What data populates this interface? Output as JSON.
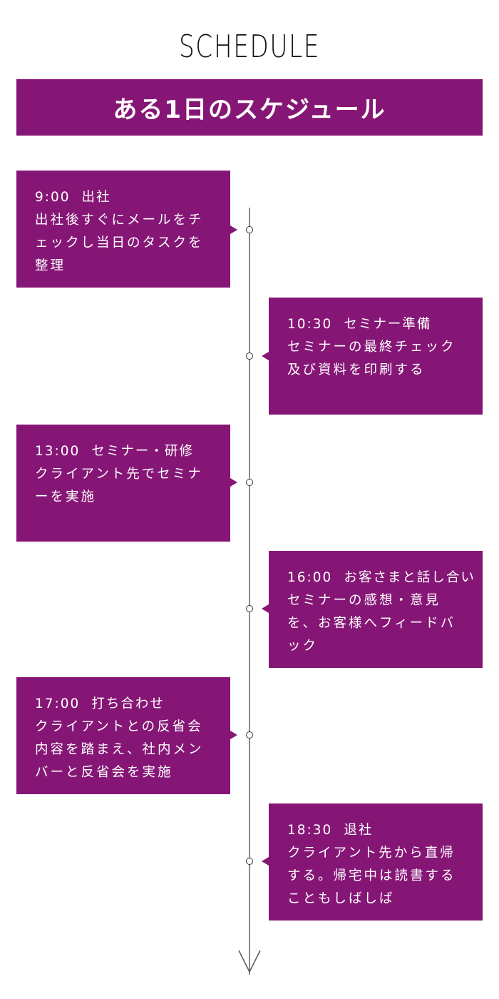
{
  "header": {
    "heading": "SCHEDULE",
    "banner": "ある1日のスケジュール"
  },
  "colors": {
    "accent": "#861676",
    "line": "#8a8a8a"
  },
  "events": [
    {
      "time": "9:00",
      "title": "出社",
      "body": "出社後すぐにメールをチェックし当日のタスクを整理"
    },
    {
      "time": "10:30",
      "title": "セミナー準備",
      "body": "セミナーの最終チェック及び資料を印刷する"
    },
    {
      "time": "13:00",
      "title": "セミナー・研修",
      "body": "クライアント先でセミナーを実施"
    },
    {
      "time": "16:00",
      "title": "お客さまと話し合い",
      "body": "セミナーの感想・意見を、お客様へフィードバック"
    },
    {
      "time": "17:00",
      "title": "打ち合わせ",
      "body": "クライアントとの反省会内容を踏まえ、社内メンバーと反省会を実施"
    },
    {
      "time": "18:30",
      "title": "退社",
      "body": "クライアント先から直帰する。帰宅中は読書することもしばしば"
    }
  ]
}
